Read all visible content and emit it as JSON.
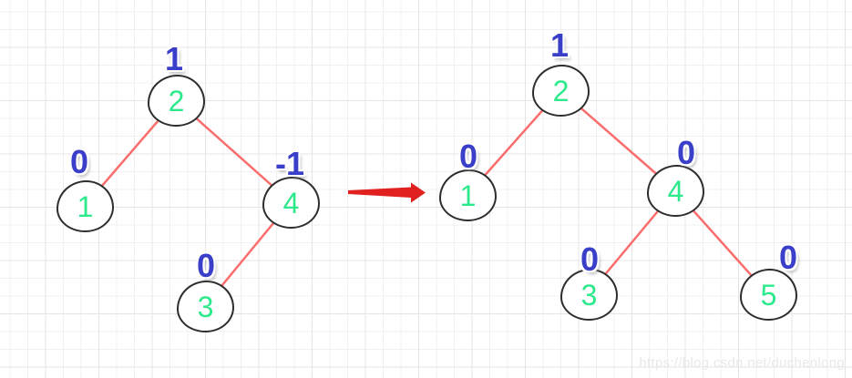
{
  "diagram": {
    "type": "avl-tree-rotation",
    "trees": {
      "before": {
        "nodes": [
          {
            "value": "2",
            "balance": "1"
          },
          {
            "value": "1",
            "balance": "0"
          },
          {
            "value": "4",
            "balance": "-1"
          },
          {
            "value": "3",
            "balance": "0"
          }
        ],
        "edges": [
          "2-1",
          "2-4",
          "4-3"
        ]
      },
      "after": {
        "nodes": [
          {
            "value": "2",
            "balance": "1"
          },
          {
            "value": "1",
            "balance": "0"
          },
          {
            "value": "4",
            "balance": "0"
          },
          {
            "value": "3",
            "balance": "0"
          },
          {
            "value": "5",
            "balance": "0"
          }
        ],
        "edges": [
          "2-1",
          "2-4",
          "4-3",
          "4-5"
        ]
      }
    },
    "colors": {
      "node_value_text": "#2ce98b",
      "balance_factor_text": "#3a3fc9",
      "node_outline": "#2e2e2e",
      "edge_line": "#fb6d6d",
      "transform_arrow": "#e0211f",
      "grid_line": "#f0f0f2"
    }
  },
  "watermark": "https://blog.csdn.net/duchenlong"
}
